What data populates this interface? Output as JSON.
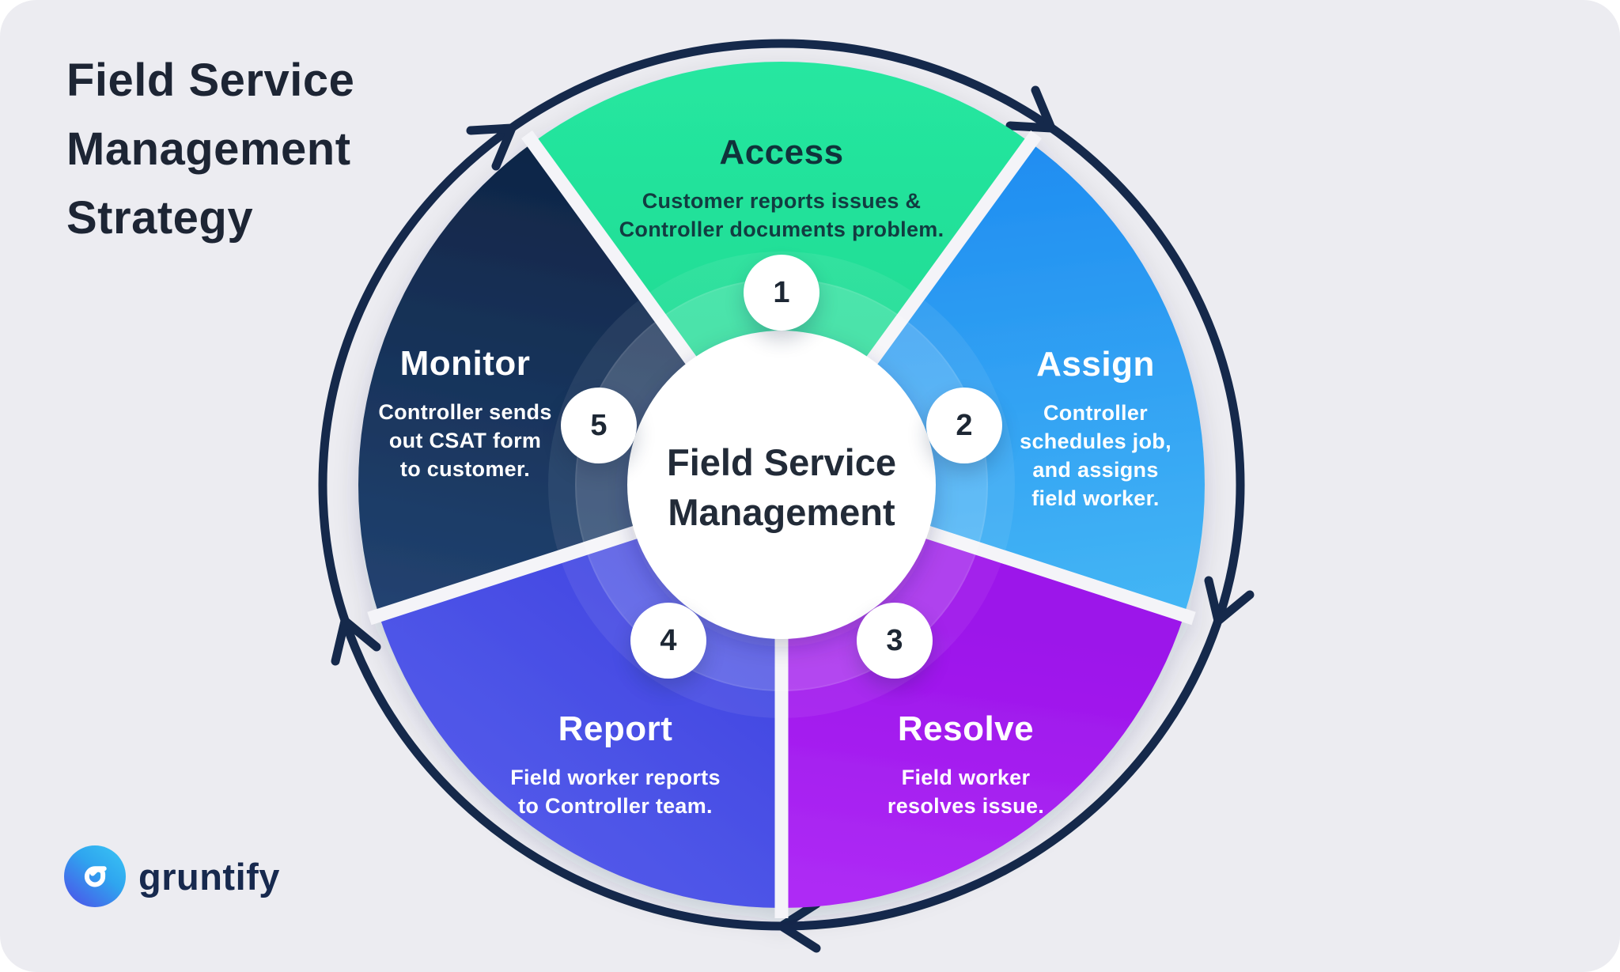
{
  "title": {
    "lines": [
      "Field Service",
      "Management",
      "Strategy"
    ]
  },
  "center": {
    "lines": [
      "Field Service",
      "Management"
    ]
  },
  "segments": [
    {
      "id": "access",
      "number": "1",
      "heading": "Access",
      "body": [
        "Customer reports issues &",
        "Controller documents problem."
      ],
      "color": "#1FDF97",
      "text_color": "#113137"
    },
    {
      "id": "assign",
      "number": "2",
      "heading": "Assign",
      "body": [
        "Controller",
        "schedules job,",
        "and assigns",
        "field worker."
      ],
      "color": "#2FA9EF",
      "text_color": "#FFFFFF"
    },
    {
      "id": "resolve",
      "number": "3",
      "heading": "Resolve",
      "body": [
        "Field worker",
        "resolves issue."
      ],
      "color": "#A51CEF",
      "text_color": "#FFFFFF"
    },
    {
      "id": "report",
      "number": "4",
      "heading": "Report",
      "body": [
        "Field worker reports",
        "to Controller team."
      ],
      "color": "#4A4FE5",
      "text_color": "#FFFFFF"
    },
    {
      "id": "monitor",
      "number": "5",
      "heading": "Monitor",
      "body": [
        "Controller sends",
        "out CSAT form",
        "to customer."
      ],
      "color": "#16335C",
      "text_color": "#FFFFFF"
    }
  ],
  "logo": {
    "text": "gruntify"
  },
  "colors": {
    "background": "#ECECF1",
    "ring_arrow": "#15294B",
    "divider": "#F4F4F8",
    "center_circle": "#FFFFFF",
    "title_text": "#1D2534",
    "logo_gradient_start": "#4F4BE8",
    "logo_gradient_end": "#3AC6F4"
  }
}
